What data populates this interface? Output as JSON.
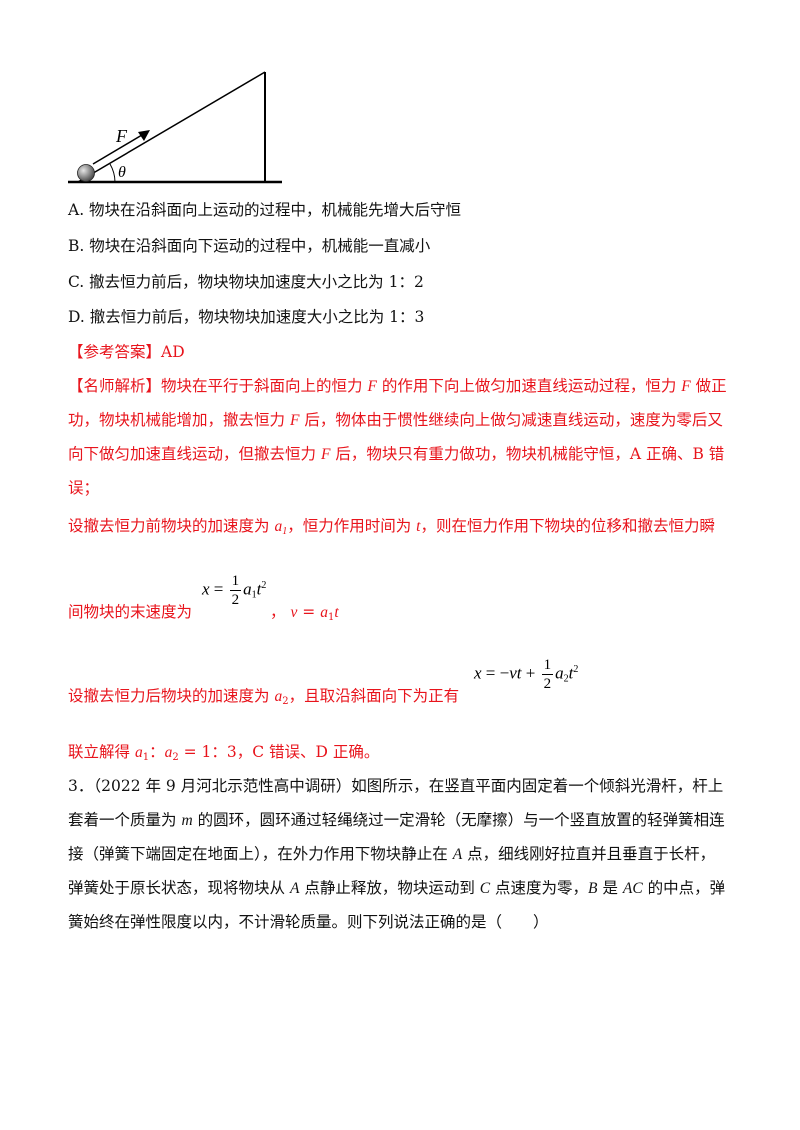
{
  "figure": {
    "force_label": "F",
    "angle_label": "θ"
  },
  "options": [
    "A.  物块在沿斜面向上运动的过程中，机械能先增大后守恒",
    "B.  物块在沿斜面向下运动的过程中，机械能一直减小",
    "C.  撤去恒力前后，物块物块加速度大小之比为 1：2",
    "D.  撤去恒力前后，物块物块加速度大小之比为 1：3"
  ],
  "answer": "【参考答案】AD",
  "analysis": {
    "line1_a": "【名师解析】物块在平行于斜面向上的恒力 ",
    "line1_f": "F",
    "line1_b": " 的作用下向上做匀加速直线运动过程，恒力 ",
    "line1_f2": "F",
    "line1_c": " 做正",
    "line2_a": "功，物块机械能增加，撤去恒力 ",
    "line2_f": "F",
    "line2_b": " 后，物体由于惯性继续向上做匀减速直线运动，速度为零后又",
    "line3_a": "向下做匀加速直线运动，但撤去恒力 ",
    "line3_f": "F",
    "line3_b": " 后，物块只有重力做功，物块机械能守恒，A 正确、B 错",
    "line4": "误；",
    "line5_a": "设撤去恒力前物块的加速度为 ",
    "line5_b": "，恒力作用时间为 ",
    "line5_t": "t",
    "line5_c": "，则在恒力作用下物块的位移和撤去恒力瞬",
    "line6_a": "间物块的末速度为",
    "line6_b": "，",
    "line6_v": "v",
    "line6_eq": " = ",
    "line7_a": "设撤去恒力后物块的加速度为 ",
    "line7_b": "，且取沿斜面向下为正有",
    "line8_a": "联立解得 ",
    "line8_colon": "：",
    "line8_b": " = 1：3，C 错误、D 正确。"
  },
  "question3": {
    "line1": "3．（2022 年 9 月河北示范性高中调研）如图所示，在竖直平面内固定着一个倾斜光滑杆，杆上",
    "line2_a": "套着一个质量为 ",
    "line2_m": "m",
    "line2_b": " 的圆环，圆环通过轻绳绕过一定滑轮（无摩擦）与一个竖直放置的轻弹簧相连",
    "line3_a": "接（弹簧下端固定在地面上），在外力作用下物块静止在 ",
    "line3_A": "A",
    "line3_b": " 点，细线刚好拉直并且垂直于长杆，",
    "line4_a": "弹簧处于原长状态，现将物块从 ",
    "line4_A": "A",
    "line4_b": " 点静止释放，物块运动到 ",
    "line4_C": "C",
    "line4_c": " 点速度为零，",
    "line4_B": "B",
    "line4_d": " 是 ",
    "line4_AC": "AC",
    "line4_e": " 的中点，弹",
    "line5": "簧始终在弹性限度以内，不计滑轮质量。则下列说法正确的是（　　）"
  }
}
